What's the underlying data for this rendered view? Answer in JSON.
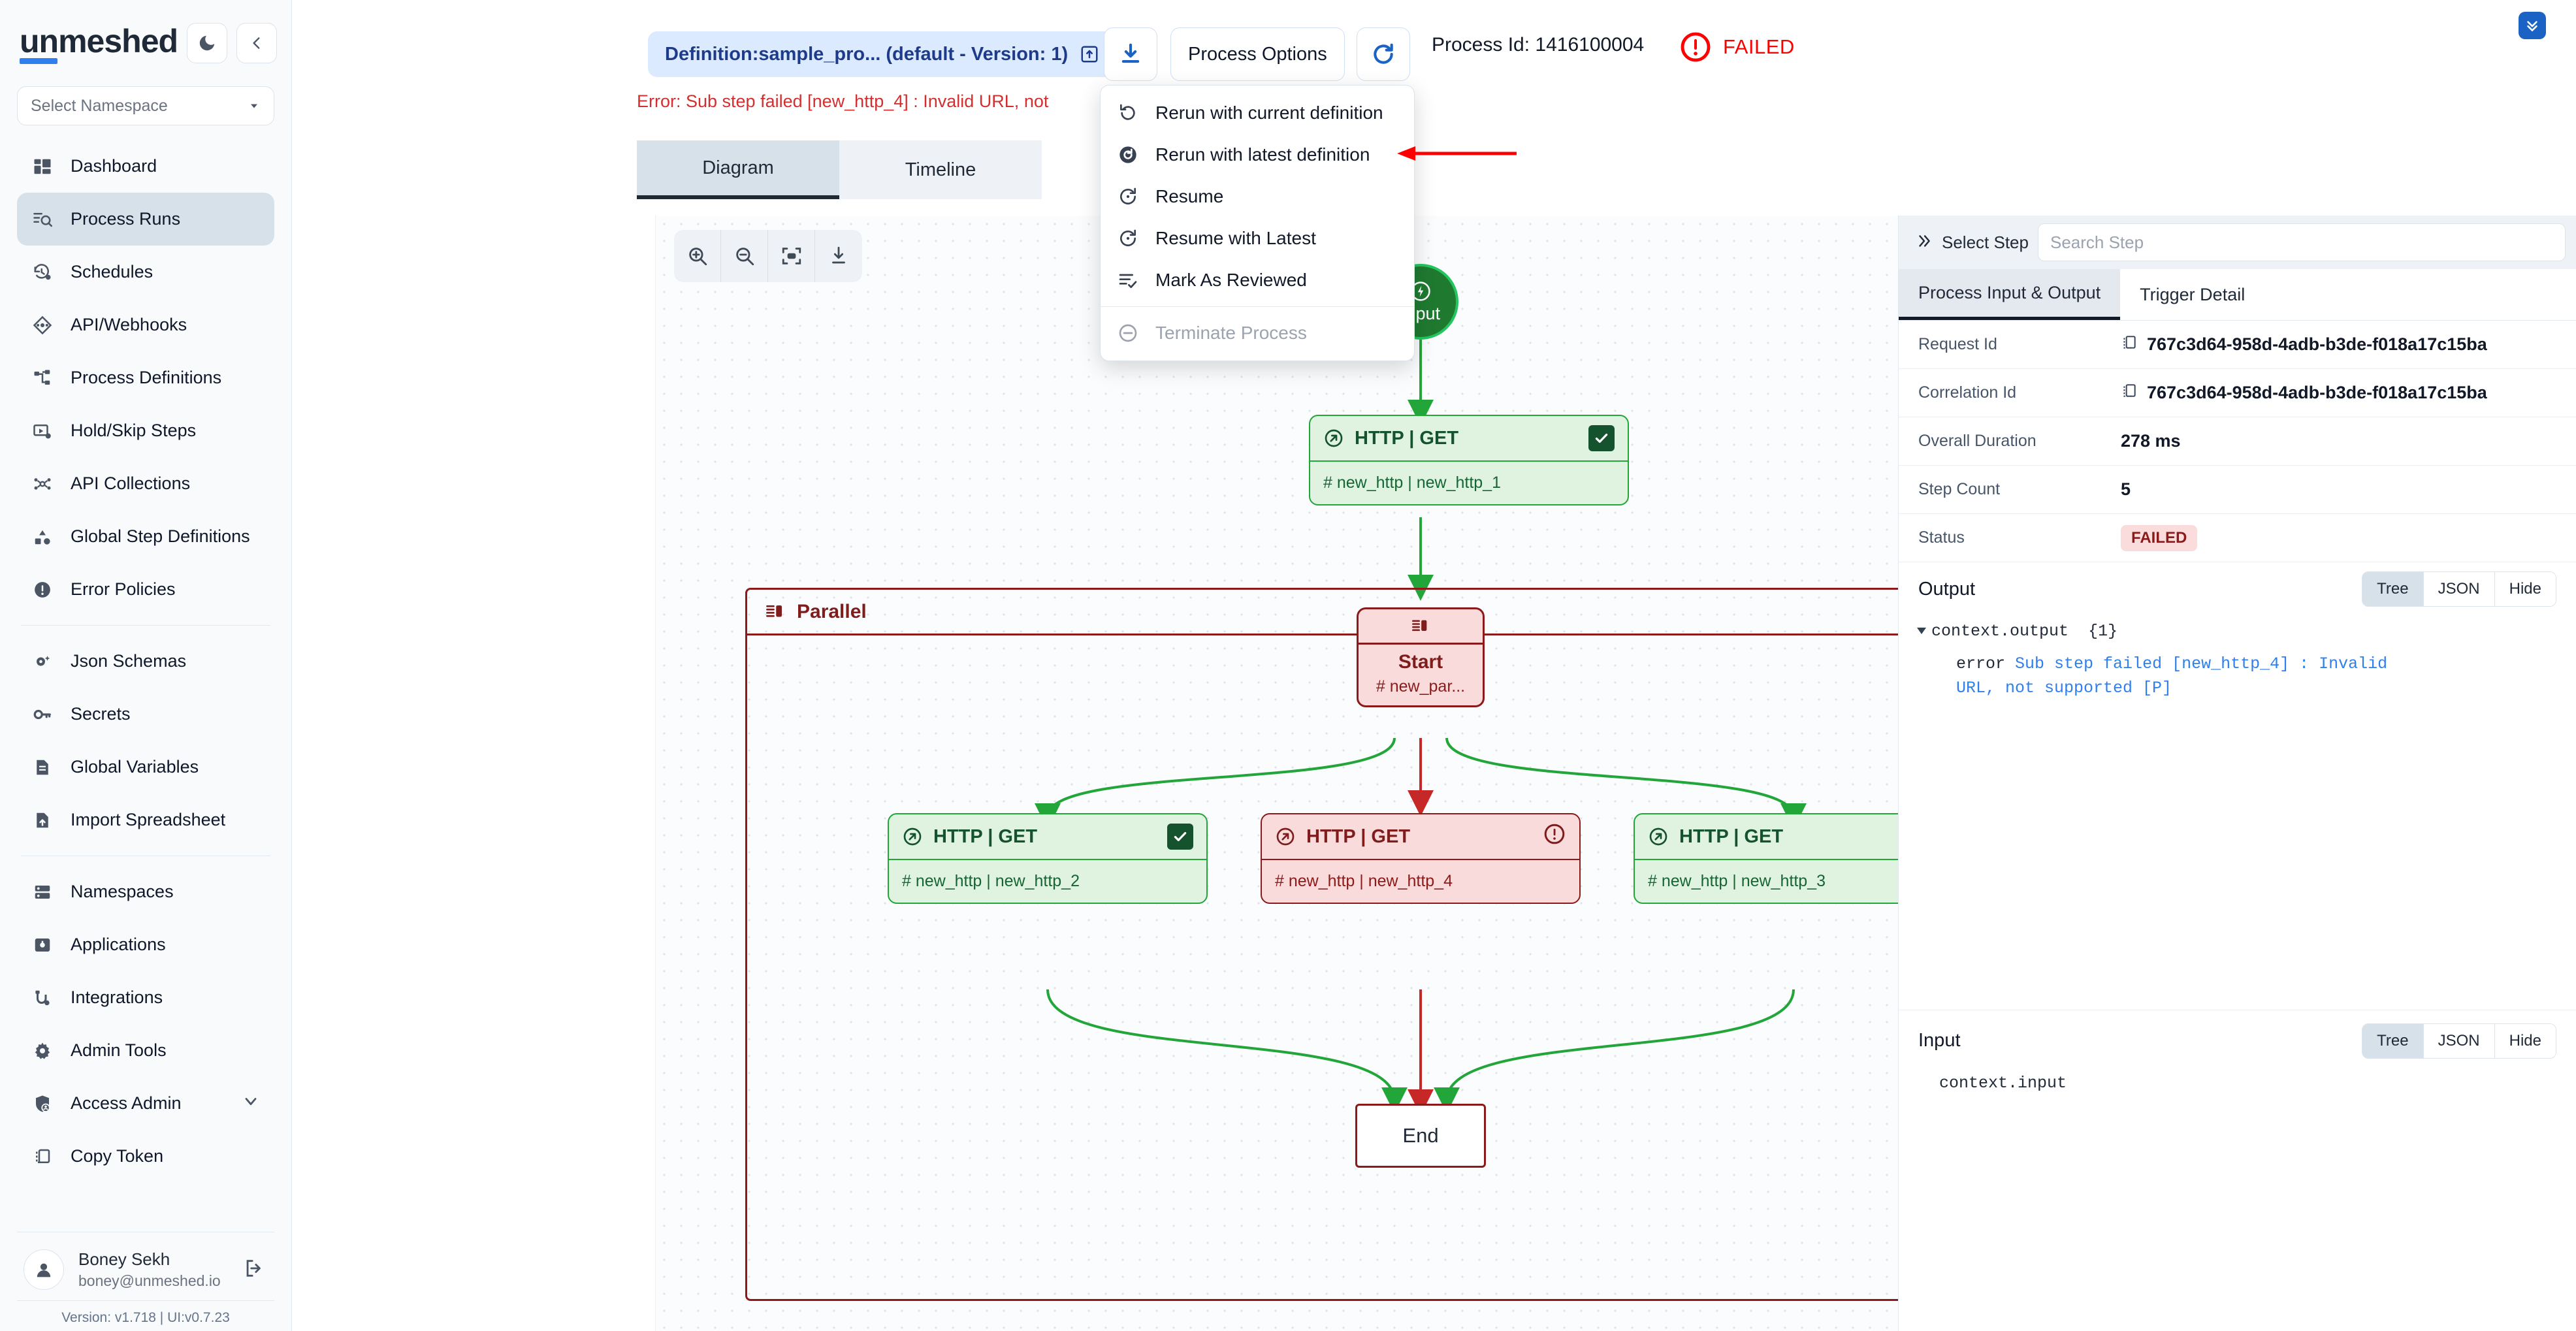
{
  "sidebar": {
    "brand": "unmeshed",
    "theme_icon": "moon-icon",
    "collapse_icon": "chevron-left-icon",
    "namespace_placeholder": "Select Namespace",
    "items": [
      {
        "label": "Dashboard",
        "icon": "dashboard-icon",
        "active": false
      },
      {
        "label": "Process Runs",
        "icon": "process-runs-icon",
        "active": true
      },
      {
        "label": "Schedules",
        "icon": "schedules-icon",
        "active": false
      },
      {
        "label": "API/Webhooks",
        "icon": "api-webhooks-icon",
        "active": false
      },
      {
        "label": "Process Definitions",
        "icon": "process-definitions-icon",
        "active": false
      },
      {
        "label": "Hold/Skip Steps",
        "icon": "hold-skip-icon",
        "active": false
      },
      {
        "label": "API Collections",
        "icon": "api-collections-icon",
        "active": false
      },
      {
        "label": "Global Step Definitions",
        "icon": "global-step-definitions-icon",
        "active": false
      },
      {
        "label": "Error Policies",
        "icon": "error-policies-icon",
        "active": false
      },
      {
        "label": "Json Schemas",
        "icon": "json-schemas-icon",
        "active": false
      },
      {
        "label": "Secrets",
        "icon": "key-icon",
        "active": false
      },
      {
        "label": "Global Variables",
        "icon": "document-icon",
        "active": false
      },
      {
        "label": "Import Spreadsheet",
        "icon": "import-spreadsheet-icon",
        "active": false
      },
      {
        "label": "Namespaces",
        "icon": "namespaces-icon",
        "active": false
      },
      {
        "label": "Applications",
        "icon": "applications-icon",
        "active": false
      },
      {
        "label": "Integrations",
        "icon": "integrations-icon",
        "active": false
      },
      {
        "label": "Admin Tools",
        "icon": "gear-icon",
        "active": false
      },
      {
        "label": "Access Admin",
        "icon": "shield-user-icon",
        "active": false,
        "chevron": true
      },
      {
        "label": "Copy Token",
        "icon": "copy-icon",
        "active": false
      }
    ],
    "user": {
      "name": "Boney Sekh",
      "email": "boney@unmeshed.io",
      "logout_icon": "logout-icon"
    },
    "version": "Version: v1.718 | UI:v0.7.23"
  },
  "topbar": {
    "definition_pill": "Definition:sample_pro... (default - Version: 1)",
    "definition_pill_icon": "open-external-icon",
    "error_text": "Error: Sub step failed [new_http_4] : Invalid URL, not",
    "download_icon": "download-icon",
    "process_options_label": "Process Options",
    "refresh_icon": "refresh-icon",
    "process_id": "Process Id: 1416100004",
    "status": "FAILED",
    "status_icon": "error-circle-icon",
    "status_color": "#ff0000",
    "collapse_all_icon": "double-chevron-down-icon"
  },
  "dropdown": {
    "items": [
      {
        "label": "Rerun with current definition",
        "icon": "rerun-icon",
        "disabled": false
      },
      {
        "label": "Rerun with latest definition",
        "icon": "rerun-filled-icon",
        "disabled": false,
        "highlighted": true
      },
      {
        "label": "Resume",
        "icon": "resume-icon",
        "disabled": false
      },
      {
        "label": "Resume with Latest",
        "icon": "resume-icon",
        "disabled": false
      },
      {
        "label": "Mark As Reviewed",
        "icon": "mark-reviewed-icon",
        "disabled": false
      },
      {
        "label": "Terminate Process",
        "icon": "terminate-icon",
        "disabled": true
      }
    ]
  },
  "tabs": [
    {
      "label": "Diagram",
      "active": true
    },
    {
      "label": "Timeline",
      "active": false
    }
  ],
  "diagram": {
    "toolbar": [
      "zoom-in-icon",
      "zoom-out-icon",
      "fit-view-icon",
      "download-diagram-icon"
    ],
    "input_node": {
      "label": "Input",
      "icon": "lightning-icon"
    },
    "http_node_1": {
      "title": "HTTP | GET",
      "subtitle": "# new_http | new_http_1",
      "status": "success",
      "icon": "http-icon",
      "badge": "check-icon"
    },
    "parallel": {
      "label": "Parallel",
      "icon": "parallel-icon"
    },
    "start_node": {
      "title": "Start",
      "subtitle": "# new_par...",
      "icon": "parallel-icon"
    },
    "branches": [
      {
        "title": "HTTP | GET",
        "subtitle": "# new_http | new_http_2",
        "status": "success",
        "icon": "http-icon",
        "badge": "check-icon"
      },
      {
        "title": "HTTP | GET",
        "subtitle": "# new_http | new_http_4",
        "status": "failed",
        "icon": "http-icon",
        "badge": "error-icon"
      },
      {
        "title": "HTTP | GET",
        "subtitle": "# new_http | new_http_3",
        "status": "success",
        "icon": "http-icon",
        "badge": "check-icon"
      }
    ],
    "end_node": {
      "label": "End"
    }
  },
  "right_panel": {
    "select_step_label": "Select Step",
    "select_step_icon": "double-chevron-right-icon",
    "search_placeholder": "Search Step",
    "search_value": "",
    "tabs": [
      {
        "label": "Process Input & Output",
        "active": true
      },
      {
        "label": "Trigger Detail",
        "active": false
      }
    ],
    "fields": [
      {
        "key": "Request Id",
        "value": "767c3d64-958d-4adb-b3de-f018a17c15ba",
        "icon": "copy-icon"
      },
      {
        "key": "Correlation Id",
        "value": "767c3d64-958d-4adb-b3de-f018a17c15ba",
        "icon": "copy-icon"
      },
      {
        "key": "Overall Duration",
        "value": "278 ms"
      },
      {
        "key": "Step Count",
        "value": "5"
      },
      {
        "key": "Status",
        "value": "FAILED",
        "badge": true
      }
    ],
    "output": {
      "title": "Output",
      "views": [
        "Tree",
        "JSON",
        "Hide"
      ],
      "active_view": "Tree",
      "root": "context.output",
      "root_count": "{1}",
      "error_key": "error",
      "error_value": "Sub step failed [new_http_4] : Invalid URL, not supported [P]"
    },
    "input": {
      "title": "Input",
      "views": [
        "Tree",
        "JSON",
        "Hide"
      ],
      "active_view": "Tree",
      "root": "context.input"
    }
  },
  "colors": {
    "accent": "#2f80ed",
    "success": "#22a539",
    "error": "#8b1a1a",
    "failed_text": "#ff0000"
  }
}
